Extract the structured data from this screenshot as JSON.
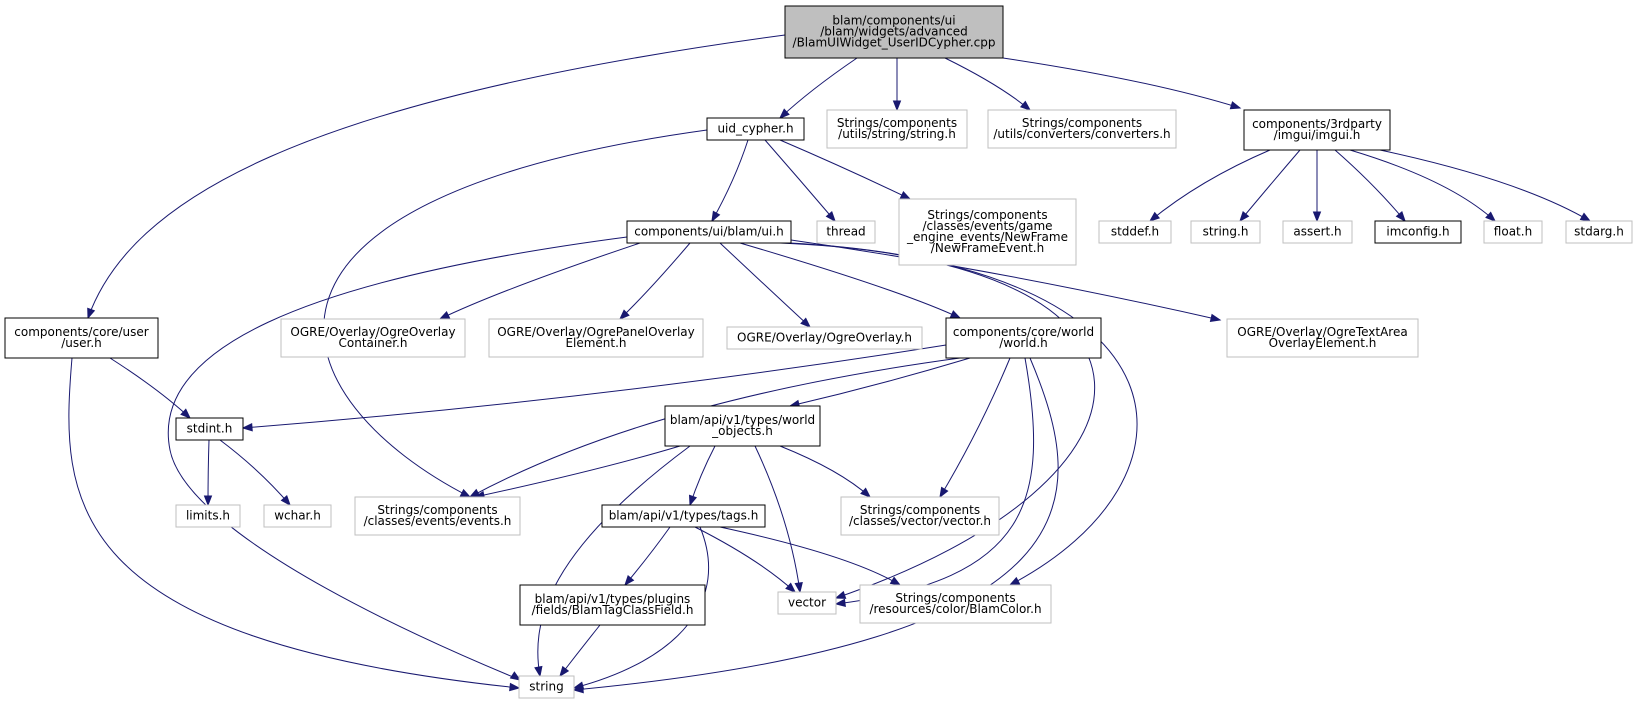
{
  "colors": {
    "edge": "#191970",
    "root_fill": "#bfbfbf",
    "external_border": "#bfbfbf",
    "documented_border": "#000000"
  },
  "nodes": {
    "root": [
      "blam/components/ui",
      "/blam/widgets/advanced",
      "/BlamUIWidget_UserIDCypher.cpp"
    ],
    "user_h": [
      "components/core/user",
      "/user.h"
    ],
    "uid_cypher_h": [
      "uid_cypher.h"
    ],
    "string_h_ext": [
      "Strings/components",
      "/utils/string/string.h"
    ],
    "converters_h": [
      "Strings/components",
      "/utils/converters/converters.h"
    ],
    "imgui_h": [
      "components/3rdparty",
      "/imgui/imgui.h"
    ],
    "ui_h": [
      "components/ui/blam/ui.h"
    ],
    "thread": [
      "thread"
    ],
    "newframe_h": [
      "Strings/components",
      "/classes/events/game",
      "_engine_events/NewFrame",
      "/NewFrameEvent.h"
    ],
    "stddef_h": [
      "stddef.h"
    ],
    "string_h": [
      "string.h"
    ],
    "assert_h": [
      "assert.h"
    ],
    "imconfig_h": [
      "imconfig.h"
    ],
    "float_h": [
      "float.h"
    ],
    "stdarg_h": [
      "stdarg.h"
    ],
    "overlay_container_h": [
      "OGRE/Overlay/OgreOverlay",
      "Container.h"
    ],
    "panel_overlay_h": [
      "OGRE/Overlay/OgrePanelOverlay",
      "Element.h"
    ],
    "ogre_overlay_h": [
      "OGRE/Overlay/OgreOverlay.h"
    ],
    "world_h": [
      "components/core/world",
      "/world.h"
    ],
    "textarea_h": [
      "OGRE/Overlay/OgreTextArea",
      "OverlayElement.h"
    ],
    "stdint_h": [
      "stdint.h"
    ],
    "world_objects_h": [
      "blam/api/v1/types/world",
      "_objects.h"
    ],
    "limits_h": [
      "limits.h"
    ],
    "wchar_h": [
      "wchar.h"
    ],
    "events_h": [
      "Strings/components",
      "/classes/events/events.h"
    ],
    "vector_h": [
      "Strings/components",
      "/classes/vector/vector.h"
    ],
    "tags_h": [
      "blam/api/v1/types/tags.h"
    ],
    "tagclassfield_h": [
      "blam/api/v1/types/plugins",
      "/fields/BlamTagClassField.h"
    ],
    "vector": [
      "vector"
    ],
    "blamcolor_h": [
      "Strings/components",
      "/resources/color/BlamColor.h"
    ],
    "string": [
      "string"
    ]
  }
}
